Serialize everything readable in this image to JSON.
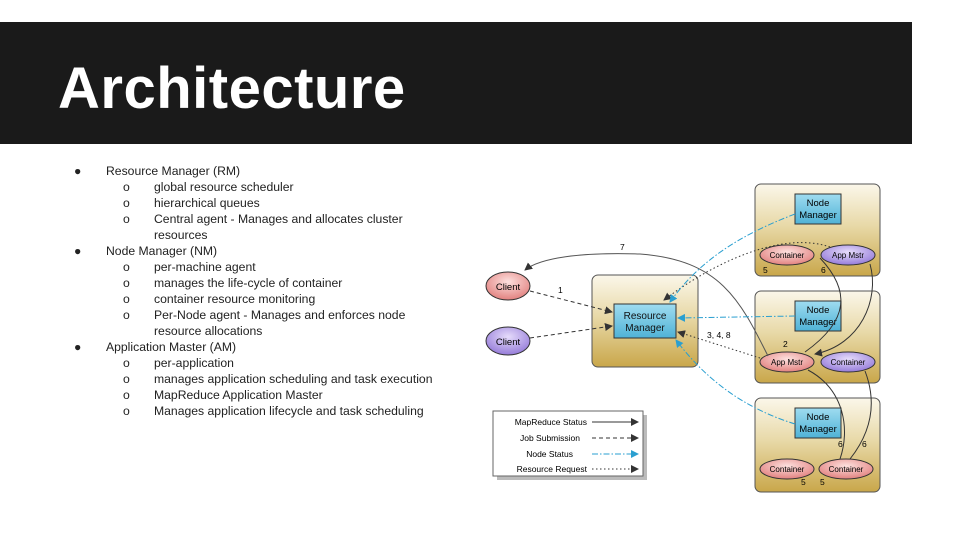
{
  "title": "Architecture",
  "bullets": [
    {
      "label": "Resource Manager (RM)",
      "items": [
        "global resource scheduler",
        "hierarchical  queues",
        "Central agent - Manages and allocates cluster",
        "resources"
      ]
    },
    {
      "label": "Node Manager (NM)",
      "items": [
        "per-machine  agent",
        "manages the life-cycle of container",
        "container resource monitoring",
        "Per-Node  agent - Manages and enforces node",
        "resource allocations"
      ]
    },
    {
      "label": "Application Master (AM)",
      "items": [
        "per-application",
        "manages application scheduling and task execution",
        "MapReduce  Application Master",
        "Manages application lifecycle and task scheduling"
      ]
    }
  ],
  "diagram": {
    "client_label": "Client",
    "rm_line1": "Resource",
    "rm_line2": "Manager",
    "nm_line1": "Node",
    "nm_line2": "Manager",
    "container_label": "Container",
    "app_mstr_label": "App Mstr",
    "edge_labels": {
      "n7": "7",
      "n1": "1",
      "n348": "3, 4, 8",
      "n2": "2",
      "n5": "5",
      "n6": "6"
    },
    "legend": [
      "MapReduce Status",
      "Job Submission",
      "Node Status",
      "Resource Request"
    ],
    "colors": {
      "node_bg": "#d9bd6e",
      "rm_box": "#6fc3e0",
      "client_red": "#e88a88",
      "client_blue": "#a48cdd",
      "node_status": "#2a9fd0"
    }
  }
}
